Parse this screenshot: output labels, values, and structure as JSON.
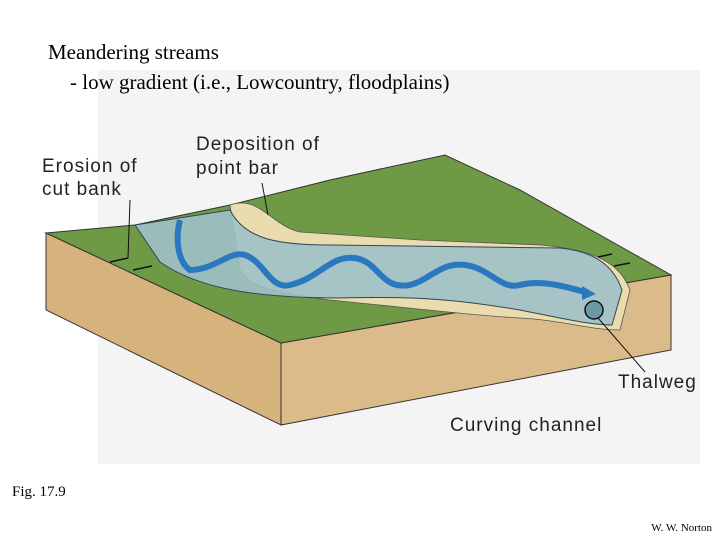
{
  "slide": {
    "title": "Meandering streams",
    "subtitle": "- low gradient (i.e., Lowcountry, floodplains)",
    "figure_label": "Fig. 17.9",
    "credit": "W. W. Norton"
  },
  "diagram": {
    "labels": {
      "erosion_line1": "Erosion of",
      "erosion_line2": "cut bank",
      "deposition_line1": "Deposition of",
      "deposition_line2": "point bar",
      "thalweg": "Thalweg",
      "curving_channel": "Curving channel"
    },
    "colors": {
      "grass": "#6f9a45",
      "soil": "#d9b886",
      "water": "#9fc0c8",
      "thalweg": "#2a78c0",
      "sand": "#eadcae"
    }
  }
}
